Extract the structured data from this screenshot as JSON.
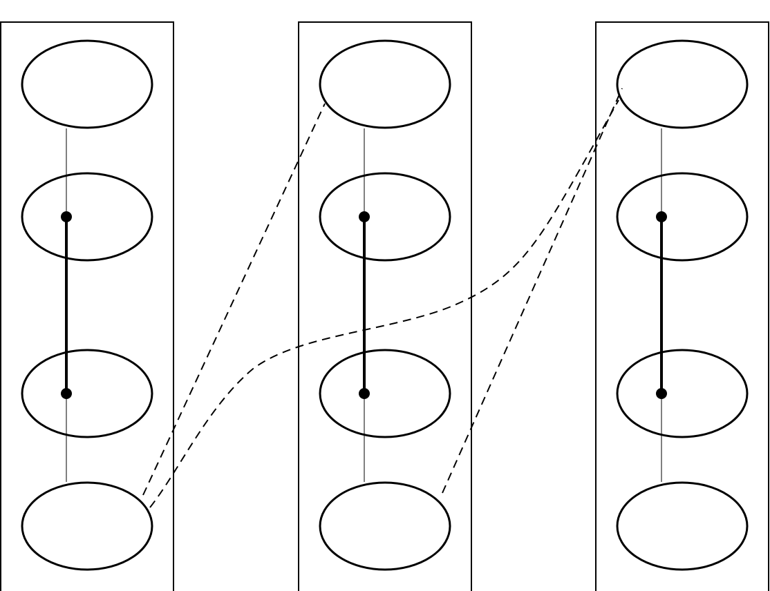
{
  "colors": {
    "background": "#ffffff",
    "stroke": "#000000"
  },
  "diagram": {
    "columns": [
      {
        "id": "column-1",
        "nodes": [
          "c1-n1",
          "c1-n2",
          "c1-n3",
          "c1-n4"
        ]
      },
      {
        "id": "column-2",
        "nodes": [
          "c2-n1",
          "c2-n2",
          "c2-n3",
          "c2-n4"
        ]
      },
      {
        "id": "column-3",
        "nodes": [
          "c3-n1",
          "c3-n2",
          "c3-n3",
          "c3-n4"
        ]
      }
    ],
    "thin_links": [
      {
        "from": "c1-n1",
        "to": "c1-n4"
      },
      {
        "from": "c2-n1",
        "to": "c2-n4"
      },
      {
        "from": "c3-n1",
        "to": "c3-n4"
      }
    ],
    "bold_links": [
      {
        "from": "c1-n2",
        "to": "c1-n3"
      },
      {
        "from": "c2-n2",
        "to": "c2-n3"
      },
      {
        "from": "c3-n2",
        "to": "c3-n3"
      }
    ],
    "dashed_links": [
      {
        "from": "c1-n4",
        "to": "c2-n1",
        "shape": "straight"
      },
      {
        "from": "c1-n4",
        "to": "c3-n1",
        "shape": "curved"
      },
      {
        "from": "c2-n4",
        "to": "c3-n1",
        "shape": "straight"
      }
    ]
  }
}
